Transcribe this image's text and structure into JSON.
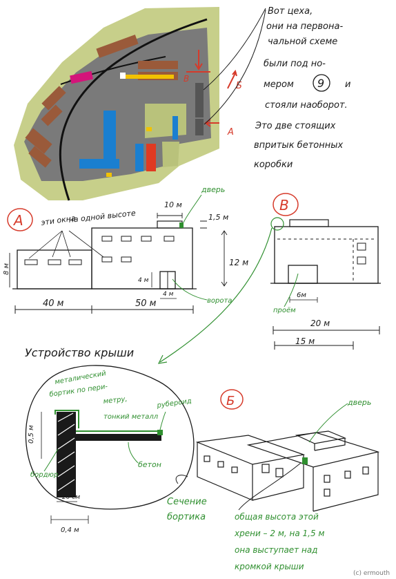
{
  "map_notes": {
    "lines": [
      "Вот цеха,",
      "они на первона-",
      "чальной схеме",
      "были под но-",
      "мером",
      "и",
      "стояли наоборот.",
      "Это две стоящих",
      "впритык бетонных",
      "коробки"
    ],
    "circled_number": "9",
    "label_v": "В",
    "label_b": "Б",
    "label_a": "А"
  },
  "elevation_a": {
    "letter": "А",
    "windows_note": [
      "эти окна",
      "на одной высоте"
    ],
    "door": "дверь",
    "dim_10m": "10 м",
    "dim_1_5m": "1,5 м",
    "dim_12m": "12 м",
    "dim_8m": "8 м",
    "dim_4m_h": "4 м",
    "dim_4m_w": "4 м",
    "gate": "ворота",
    "dim_40m": "40 м",
    "dim_50m": "50 м"
  },
  "elevation_v": {
    "letter": "В",
    "dim_6m": "6м",
    "opening": "проём",
    "dim_20m": "20 м",
    "dim_15m": "15 м"
  },
  "roof": {
    "title": "Устройство крыши",
    "metal_note": [
      "металический",
      "бортик по пери-",
      "метру,"
    ],
    "thin_metal": "тонкий металл",
    "ruberoid": "рубероид",
    "dim_0_5m": "0,5 м",
    "border": "бордюр",
    "concrete": "бетон",
    "dim_20cm": "20 см",
    "dim_0_4m": "0,4 м"
  },
  "perspective_b": {
    "letter": "Б",
    "door": "дверь",
    "section": [
      "Сечение",
      "бортика"
    ],
    "height_note": [
      "общая высота этой",
      "хрени – 2 м, на 1,5 м",
      "она выступает над",
      "кромкой крыши"
    ]
  },
  "copyright": "(c) ermouth",
  "colors": {
    "ink": "#1a1a1a",
    "green": "#2f8f2f",
    "red": "#d63a2a",
    "map_grass": "#c7cf8a",
    "map_asphalt": "#7a7a7a",
    "map_blue": "#1a7fd0",
    "map_red": "#e03a22",
    "map_magenta": "#d4147a",
    "map_yellow": "#f2c200",
    "map_roof_brown": "#9a5a3a"
  }
}
